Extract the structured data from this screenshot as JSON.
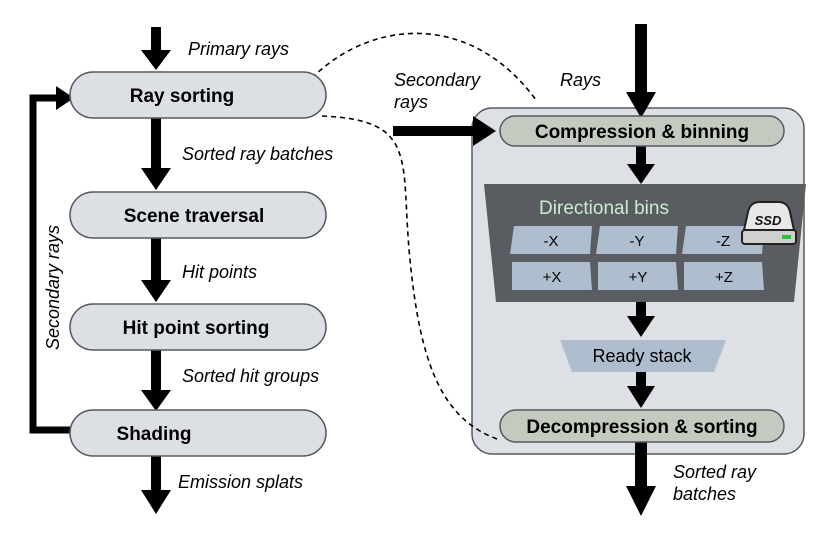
{
  "colors": {
    "pill_fill": "#dcdfe3",
    "green_pill_fill": "#c3cbc0",
    "panel_fill": "#dde0e4",
    "bins_bg": "#595c61",
    "bin_fill": "#aebecf",
    "dir_title": "#cdebd2",
    "ready_fill": "#aebecf"
  },
  "pipeline": {
    "ray_sorting": "Ray sorting",
    "scene_traversal": "Scene traversal",
    "hit_point_sorting": "Hit point sorting",
    "shading": "Shading"
  },
  "edges": {
    "primary_rays": "Primary rays",
    "sorted_ray_batches": "Sorted ray batches",
    "hit_points": "Hit points",
    "sorted_hit_groups": "Sorted hit groups",
    "emission_splats": "Emission splats",
    "secondary_rays_loop": "Secondary rays"
  },
  "detail": {
    "secondary_rays_line1": "Secondary",
    "secondary_rays_line2": "rays",
    "rays": "Rays",
    "compression": "Compression & binning",
    "directional_bins": "Directional bins",
    "bins": [
      "-X",
      "-Y",
      "-Z",
      "+X",
      "+Y",
      "+Z"
    ],
    "ssd": "SSD",
    "ready_stack": "Ready stack",
    "decompression": "Decompression & sorting",
    "sorted_ray_line1": "Sorted ray",
    "sorted_ray_line2": "batches"
  }
}
